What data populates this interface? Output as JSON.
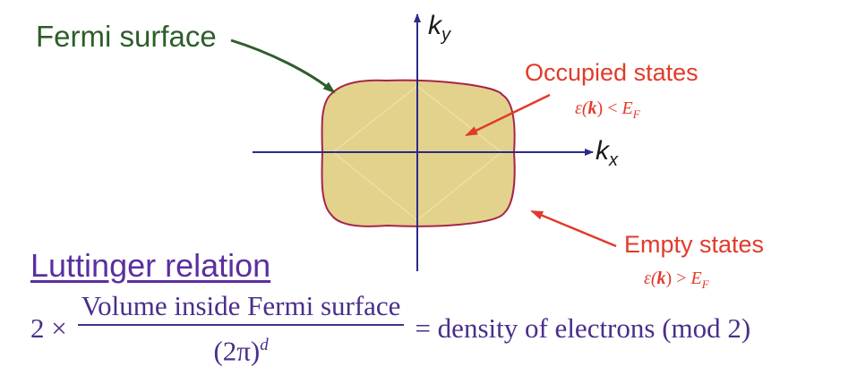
{
  "labels": {
    "fermi_surface": "Fermi surface",
    "occupied_states": "Occupied states",
    "empty_states": "Empty states",
    "luttinger_relation": "Luttinger relation"
  },
  "axes": {
    "ky": {
      "base": "k",
      "sub": "y"
    },
    "kx": {
      "base": "k",
      "sub": "x"
    }
  },
  "conditions": {
    "occupied": {
      "lhs": "ε(",
      "k": "k",
      "mid": ") < ",
      "E": "E",
      "sub": "F"
    },
    "empty": {
      "lhs": "ε(",
      "k": "k",
      "mid": ") > ",
      "E": "E",
      "sub": "F"
    }
  },
  "formula": {
    "prefix": "2 ×",
    "numerator": "Volume inside Fermi surface",
    "denominator": "(2π)",
    "denominator_exp": "d",
    "rhs": "= density of electrons (mod 2)"
  },
  "colors": {
    "fermi_fill": "#e2d28c",
    "fermi_stroke": "#a6244a",
    "axes": "#2b2a8a",
    "green_arrow": "#2e5e2a",
    "red": "#e23a2a",
    "purple": "#5a2fa0"
  }
}
